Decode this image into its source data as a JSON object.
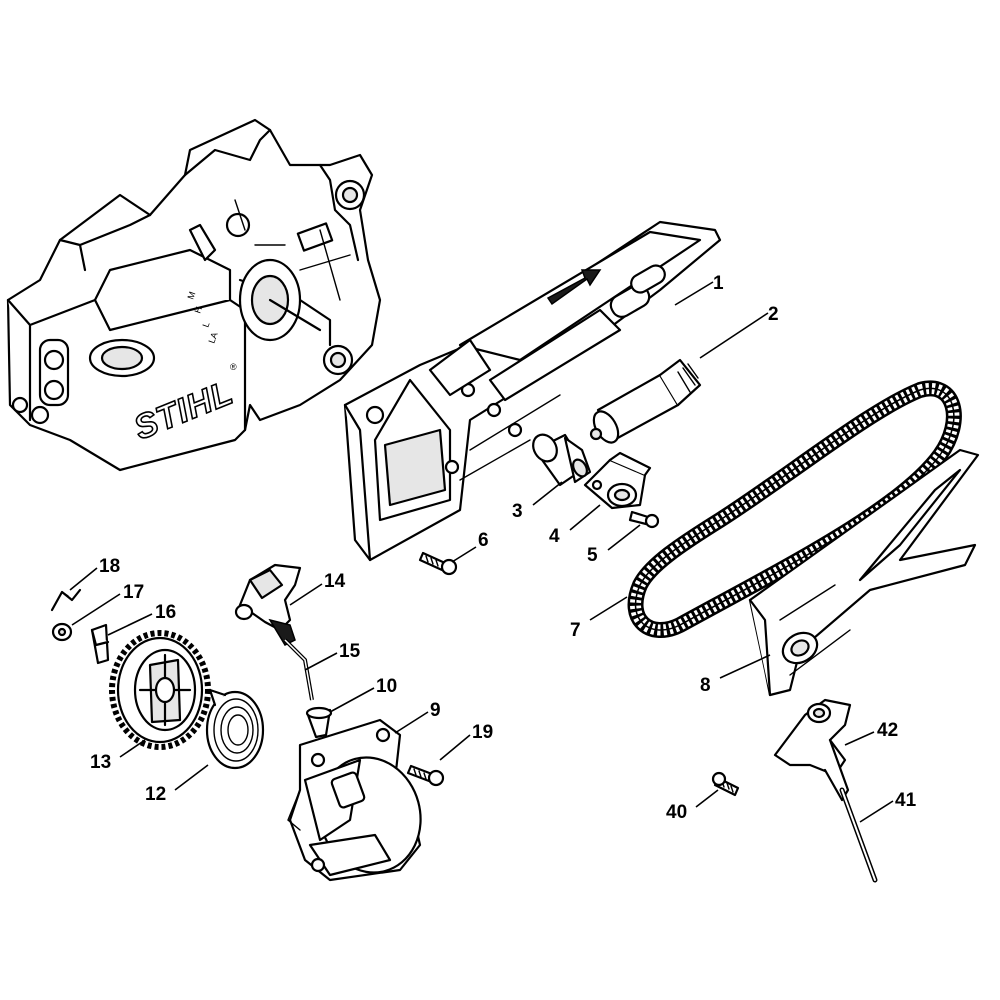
{
  "brand_mark": "STIHL",
  "brand_registered": "®",
  "choke_markings": [
    "M",
    "H",
    "L",
    "LA"
  ],
  "callouts": [
    {
      "part": "chain-guard-cover",
      "label": "1"
    },
    {
      "part": "tensioner-sleeve",
      "label": "2"
    },
    {
      "part": "adjuster-nut",
      "label": "3"
    },
    {
      "part": "tensioner-slide",
      "label": "4"
    },
    {
      "part": "tensioner-screw",
      "label": "5"
    },
    {
      "part": "cover-screw",
      "label": "6"
    },
    {
      "part": "toothed-belt",
      "label": "7"
    },
    {
      "part": "belt-guard",
      "label": "8"
    },
    {
      "part": "rewind-starter-housing",
      "label": "9"
    },
    {
      "part": "grommet",
      "label": "10"
    },
    {
      "part": "rewind-spring",
      "label": "12"
    },
    {
      "part": "rope-rotor",
      "label": "13"
    },
    {
      "part": "starter-grip-handle",
      "label": "14"
    },
    {
      "part": "starter-rope",
      "label": "15"
    },
    {
      "part": "pawl",
      "label": "16"
    },
    {
      "part": "washer",
      "label": "17"
    },
    {
      "part": "spring-clip",
      "label": "18"
    },
    {
      "part": "starter-screw",
      "label": "19"
    },
    {
      "part": "cover-screw-small",
      "label": "40"
    },
    {
      "part": "t-handle-rope",
      "label": "41"
    },
    {
      "part": "t-handle-grip",
      "label": "42"
    }
  ]
}
